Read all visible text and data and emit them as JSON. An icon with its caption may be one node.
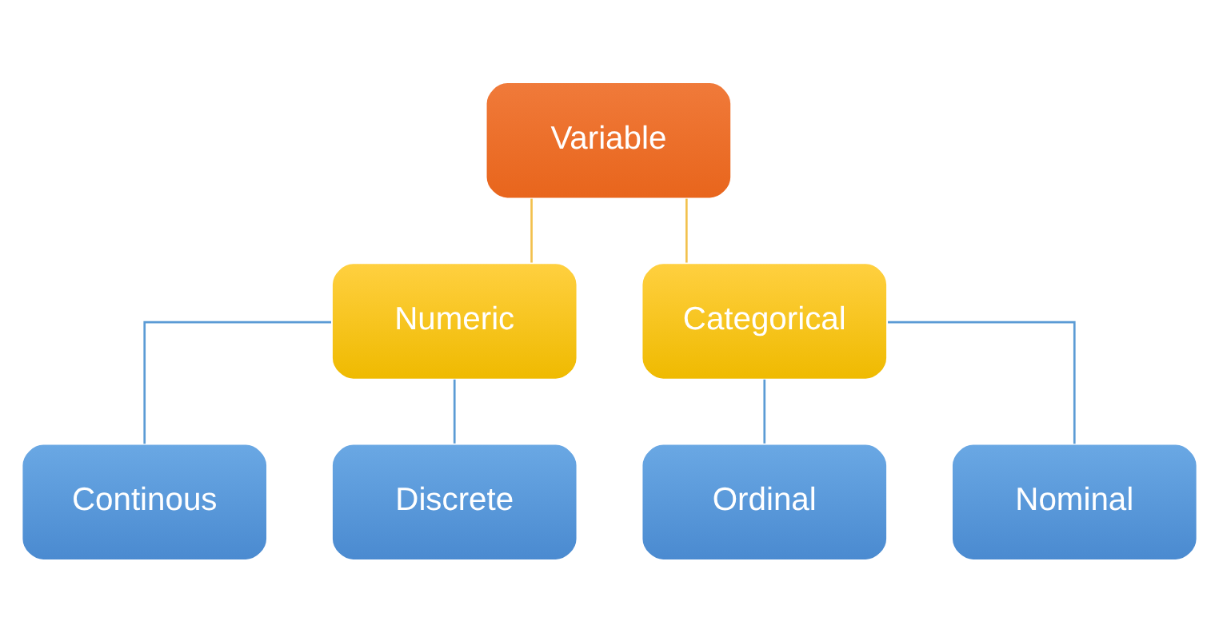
{
  "diagram": {
    "nodes": [
      {
        "text": [
          "Variable"
        ]
      },
      {
        "text": [
          "Numeric"
        ]
      },
      {
        "text": [
          "Categorical"
        ]
      },
      {
        "text": [
          "Continous"
        ]
      },
      {
        "text": [
          "Discrete"
        ]
      },
      {
        "text": [
          "Ordinal"
        ]
      },
      {
        "text": [
          "Nominal"
        ]
      }
    ],
    "edges": [
      {
        "from": 0,
        "to": 1,
        "arrow": "none",
        "color": "#f2c14e"
      },
      {
        "from": 0,
        "to": 2,
        "arrow": "none",
        "color": "#f2c14e"
      },
      {
        "from": 1,
        "to": 3,
        "arrow": "none"
      },
      {
        "from": 1,
        "to": 4,
        "arrow": "none"
      },
      {
        "from": 2,
        "to": 5,
        "arrow": "none"
      },
      {
        "from": 2,
        "to": 6,
        "arrow": "none"
      }
    ]
  }
}
